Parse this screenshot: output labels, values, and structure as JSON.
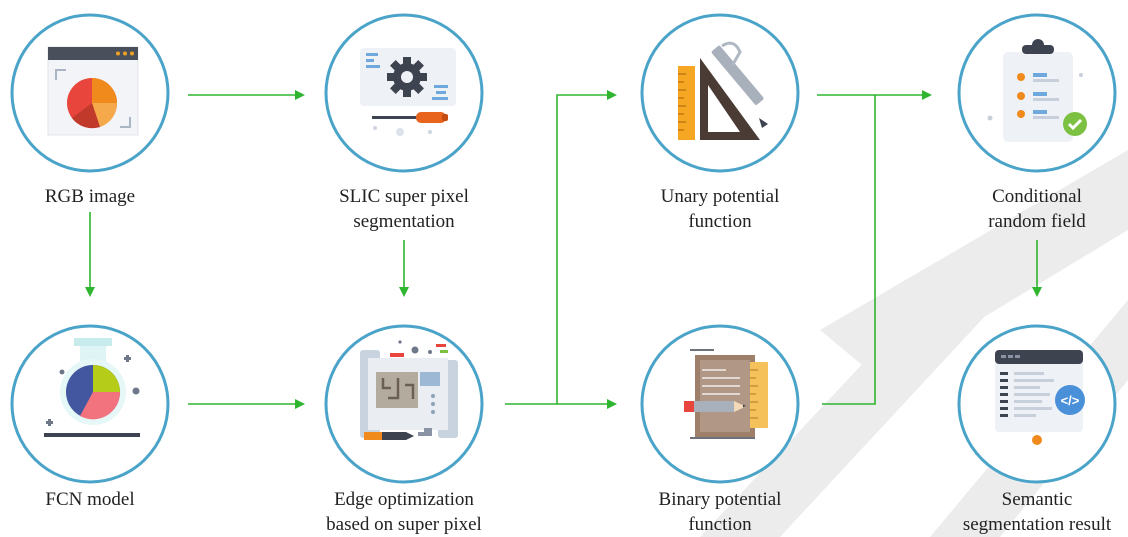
{
  "nodes": [
    {
      "id": "rgb",
      "lines": [
        "RGB image"
      ],
      "icon": "pie-chart-window-icon"
    },
    {
      "id": "slic",
      "lines": [
        "SLIC super pixel",
        "segmentation"
      ],
      "icon": "gear-screwdriver-icon"
    },
    {
      "id": "unary",
      "lines": [
        "Unary potential",
        "function"
      ],
      "icon": "ruler-triangle-pencil-icon"
    },
    {
      "id": "crf",
      "lines": [
        "Conditional",
        "random field"
      ],
      "icon": "clipboard-check-icon"
    },
    {
      "id": "fcn",
      "lines": [
        "FCN model"
      ],
      "icon": "flask-pie-chart-icon"
    },
    {
      "id": "edge",
      "lines": [
        "Edge optimization",
        "based on super pixel"
      ],
      "icon": "blueprint-board-icon"
    },
    {
      "id": "binary",
      "lines": [
        "Binary potential",
        "function"
      ],
      "icon": "notebook-pencil-icon"
    },
    {
      "id": "semantic",
      "lines": [
        "Semantic",
        "segmentation result"
      ],
      "icon": "code-window-icon"
    }
  ],
  "colors": {
    "circle_stroke": "#4aa3c8",
    "arrow": "#2fb52f",
    "watermark": "#e9e9e9",
    "orange": "#f08a1c",
    "dark": "#4a4f5c",
    "light_blue": "#6fa8dc",
    "red": "#e8463c"
  }
}
